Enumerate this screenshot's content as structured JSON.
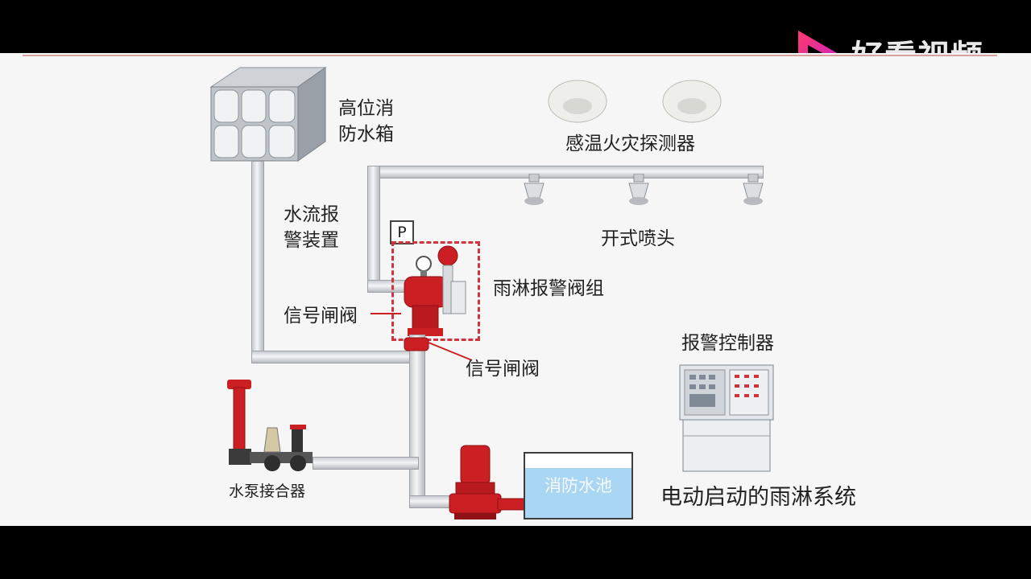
{
  "watermark": {
    "brand": "好看视频",
    "icon": "play-logo-icon"
  },
  "labels": {
    "water_tank_line1": "高位消",
    "water_tank_line2": "防水箱",
    "heat_detector": "感温火灾探测器",
    "flow_alarm_line1": "水流报",
    "flow_alarm_line2": "警装置",
    "pressure_tag": "P",
    "open_sprinkler": "开式喷头",
    "deluge_valve": "雨淋报警阀组",
    "signal_valve_upper": "信号闸阀",
    "signal_valve_lower": "信号闸阀",
    "alarm_controller": "报警控制器",
    "pump_adapter": "水泵接合器",
    "fire_pool": "消防水池",
    "system_title": "电动启动的雨淋系统"
  },
  "colors": {
    "valve_red": "#cc1f24",
    "pipe": "#e3e5e7",
    "pool_water": "#a9d6f2",
    "dashed_box": "#d0343c"
  }
}
